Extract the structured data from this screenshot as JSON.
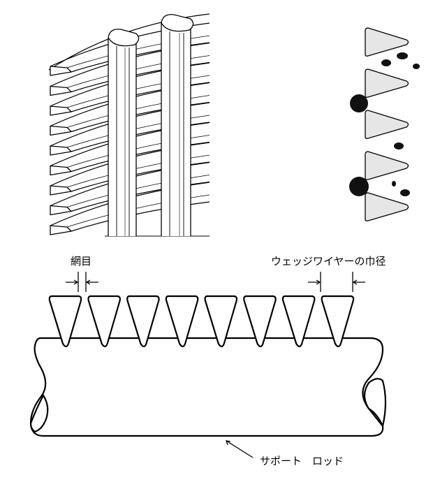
{
  "labels": {
    "mesh_opening": "網目",
    "wedge_wire_width": "ウェッジワイヤーの巾径",
    "support_rod": "サポート　ロッド"
  },
  "figure": {
    "wedge_wire_count_cross_section": 8,
    "wire_tiers_perspective": 9,
    "support_rods_perspective": 2,
    "particles_panel_wedges": 5
  },
  "colors": {
    "line": "#000000",
    "wedge_fill_light": "#e6e6e6",
    "particle": "#111111",
    "background": "#ffffff"
  }
}
